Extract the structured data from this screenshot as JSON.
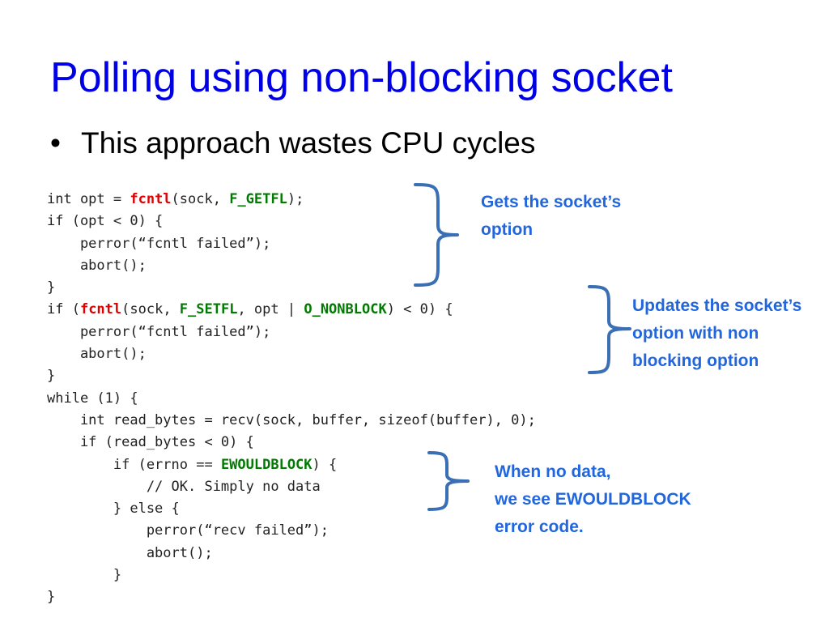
{
  "slide": {
    "title": "Polling using non-blocking socket",
    "bullet_symbol": "•",
    "bullet_text": "This approach wastes CPU cycles"
  },
  "code_lines": [
    [
      {
        "t": "int opt = "
      },
      {
        "t": "fcntl",
        "c": "red"
      },
      {
        "t": "(sock, "
      },
      {
        "t": "F_GETFL",
        "c": "green"
      },
      {
        "t": ");"
      }
    ],
    [
      {
        "t": "if (opt < 0) {"
      }
    ],
    [
      {
        "t": "    perror(“fcntl failed”);"
      }
    ],
    [
      {
        "t": "    abort();"
      }
    ],
    [
      {
        "t": "}"
      }
    ],
    [
      {
        "t": "if ("
      },
      {
        "t": "fcntl",
        "c": "red"
      },
      {
        "t": "(sock, "
      },
      {
        "t": "F_SETFL",
        "c": "green"
      },
      {
        "t": ", opt | "
      },
      {
        "t": "O_NONBLOCK",
        "c": "green"
      },
      {
        "t": ") < 0) {"
      }
    ],
    [
      {
        "t": "    perror(“fcntl failed”);"
      }
    ],
    [
      {
        "t": "    abort();"
      }
    ],
    [
      {
        "t": "}"
      }
    ],
    [
      {
        "t": "while (1) {"
      }
    ],
    [
      {
        "t": "    int read_bytes = recv(sock, buffer, sizeof(buffer), 0);"
      }
    ],
    [
      {
        "t": "    if (read_bytes < 0) {"
      }
    ],
    [
      {
        "t": "        if (errno == "
      },
      {
        "t": "EWOULDBLOCK",
        "c": "green"
      },
      {
        "t": ") {"
      }
    ],
    [
      {
        "t": "            // OK. Simply no data"
      }
    ],
    [
      {
        "t": "        } else {"
      }
    ],
    [
      {
        "t": "            perror(“recv failed”);"
      }
    ],
    [
      {
        "t": "            abort();"
      }
    ],
    [
      {
        "t": "        }"
      }
    ],
    [
      {
        "t": "}"
      }
    ]
  ],
  "annotations": [
    {
      "lines": [
        "Gets the socket’s",
        "option"
      ]
    },
    {
      "lines": [
        "Updates the socket’s",
        "option with non",
        "blocking option"
      ]
    },
    {
      "lines": [
        "When no data,",
        "we see EWOULDBLOCK",
        "error code."
      ]
    }
  ],
  "colors": {
    "title": "#0000e6",
    "annotation": "#2266dd",
    "bracket": "#3a6fb5",
    "keyword_red": "#e00000",
    "keyword_green": "#007a00"
  }
}
